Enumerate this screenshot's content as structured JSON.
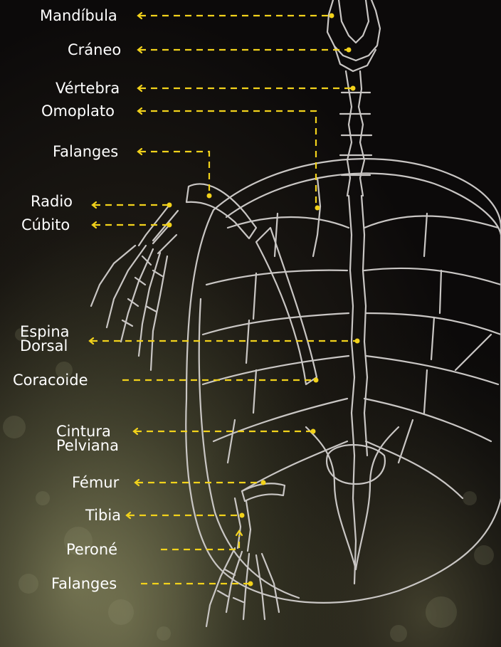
{
  "labels": {
    "mandibula": "Mandíbula",
    "craneo": "Cráneo",
    "vertebra": "Vértebra",
    "omoplato": "Omoplato",
    "falanges_top": "Falanges",
    "radio": "Radio",
    "cubito": "Cúbito",
    "espina_1": "Espina",
    "espina_2": "Dorsal",
    "coracoide": "Coracoide",
    "cintura_1": "Cintura",
    "cintura_2": "Pelviana",
    "femur": "Fémur",
    "tibia": "Tibia",
    "perone": "Peroné",
    "falanges_bottom": "Falanges"
  },
  "colors": {
    "leader": "#f2d21b",
    "bone": "#c9c6c4",
    "text": "#ffffff"
  }
}
